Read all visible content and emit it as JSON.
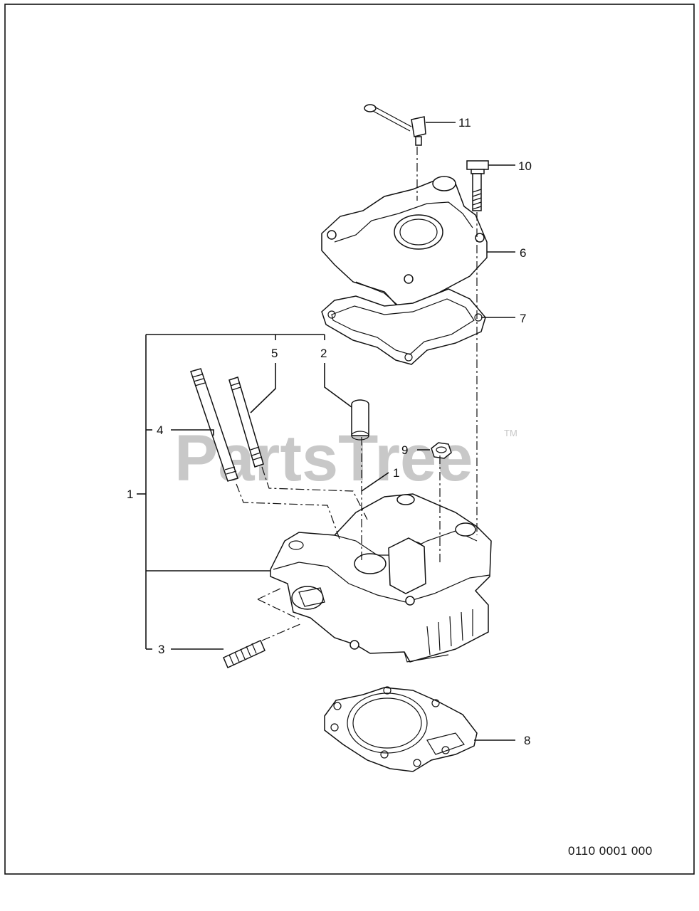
{
  "diagram": {
    "reference_code": "0110 0001 000",
    "watermark": "PartsTree",
    "watermark_mark": "TM",
    "callouts": [
      {
        "id": "11",
        "label": "11"
      },
      {
        "id": "10",
        "label": "10"
      },
      {
        "id": "6",
        "label": "6"
      },
      {
        "id": "7",
        "label": "7"
      },
      {
        "id": "5",
        "label": "5"
      },
      {
        "id": "2",
        "label": "2"
      },
      {
        "id": "4",
        "label": "4"
      },
      {
        "id": "9",
        "label": "9"
      },
      {
        "id": "1a",
        "label": "1"
      },
      {
        "id": "1b",
        "label": "1"
      },
      {
        "id": "3",
        "label": "3"
      },
      {
        "id": "8",
        "label": "8"
      }
    ]
  }
}
